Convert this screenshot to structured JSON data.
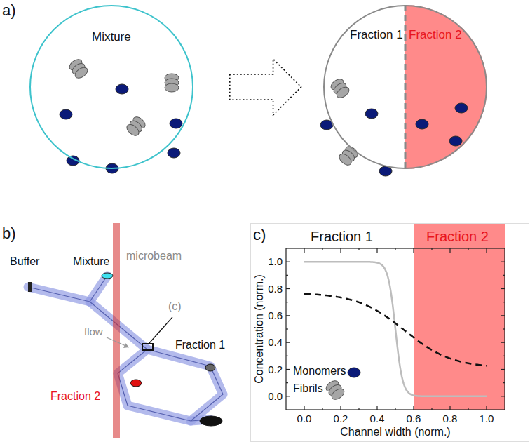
{
  "diagram": {
    "nodes": [
      {
        "text": [
          "Mixture"
        ]
      },
      {
        "text": [
          "Fraction 1",
          "Fraction 2"
        ]
      }
    ],
    "edges": [
      {
        "from": 0,
        "to": 1,
        "arrow": "to"
      }
    ],
    "labels": [
      "a)",
      "b)",
      "Buffer",
      "Mixture",
      "microbeam",
      "(c)",
      "flow",
      "Fraction 1",
      "Fraction 2",
      "c)",
      "Fraction 1",
      "Fraction 2",
      "1.0",
      "0.8",
      "0.6",
      "0.4",
      "0.2",
      "0.0",
      "0.0",
      "0.2",
      "0.4",
      "0.6",
      "0.8",
      "1.0",
      "Concentration (norm.)",
      "Channel width (norm.)"
    ],
    "legend": [
      {
        "text": "Monomers"
      },
      {
        "text": "Fibrils"
      }
    ]
  }
}
